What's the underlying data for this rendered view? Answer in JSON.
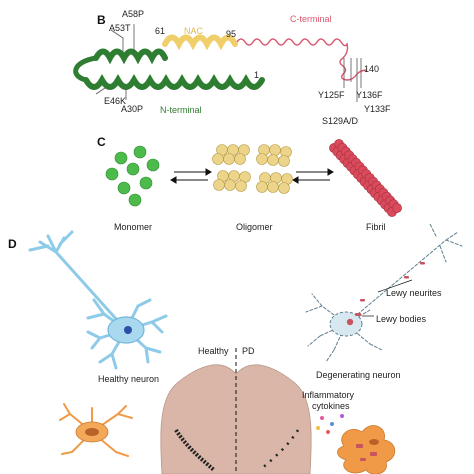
{
  "panels": {
    "b": {
      "letter": "B",
      "nac_label": "NAC",
      "c_terminal_label": "C-terminal",
      "n_terminal_label": "N-terminal",
      "residues": {
        "r61": "61",
        "r95": "95",
        "r140": "140",
        "r1": "1"
      },
      "mutations_n": {
        "a53t": "A53T",
        "a58p": "A58P",
        "e46k": "E46K",
        "a30p": "A30P"
      },
      "mutations_c": {
        "y125f": "Y125F",
        "y136f": "Y136F",
        "s129ad": "S129A/D",
        "y133f": "Y133F"
      },
      "colors": {
        "n_terminal": "#2f7d32",
        "nac": "#f0cf6a",
        "c_terminal": "#d9576f"
      }
    },
    "c": {
      "letter": "C",
      "monomer": "Monomer",
      "oligomer": "Oligomer",
      "fibril": "Fibril",
      "colors": {
        "monomer": "#4cbb4c",
        "oligomer": "#ecd58a",
        "fibril": "#d94a5c"
      }
    },
    "d": {
      "letter": "D",
      "healthy_neuron": "Healthy neuron",
      "degenerating_neuron": "Degenerating neuron",
      "lewy_neurites": "Lewy neurites",
      "lewy_bodies": "Lewy bodies",
      "healthy": "Healthy",
      "pd": "PD",
      "inflammatory": "Inflammatory",
      "cytokines": "cytokines",
      "colors": {
        "neuron": "#8ecbe9",
        "midbrain": "#d9b6a8",
        "microglia": "#f09a48"
      }
    }
  }
}
